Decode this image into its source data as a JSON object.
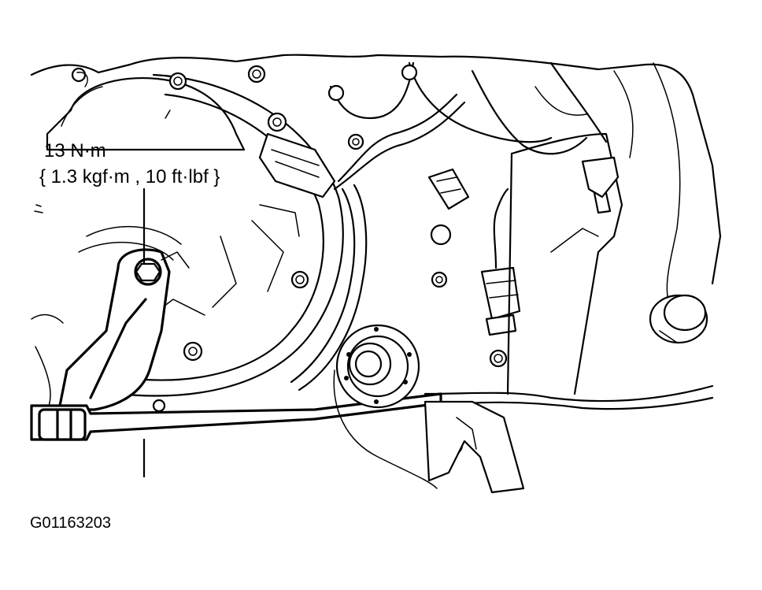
{
  "callout": {
    "torque_value": "13 N·m",
    "torque_conversion": "{ 1.3 kgf·m , 10 ft·lbf }"
  },
  "figure_id": "G01163203",
  "colors": {
    "line": "#000000",
    "background": "#ffffff"
  }
}
